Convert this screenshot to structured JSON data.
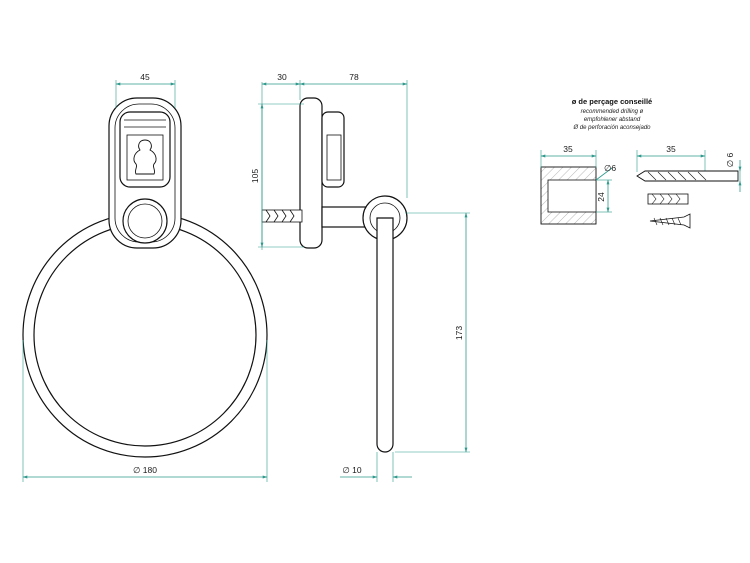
{
  "dimensions": {
    "plate_width": "45",
    "depth_plate": "30",
    "depth_total": "78",
    "height_fixing": "105",
    "ring_drop": "173",
    "ring_diameter": "∅ 180",
    "rod_diameter": "∅ 10"
  },
  "drilling_note": {
    "heading": "ø de perçage conseillé",
    "line_en": "recommended drilling ø",
    "line_de": "empfohlener abstand",
    "line_es": "Ø de perforación aconsejado"
  },
  "detail_dimensions": {
    "hole_depth": "35",
    "hole_diameter": "∅6",
    "plug_length": "24",
    "drill_depth": "35",
    "drill_diameter": "∅ 6"
  },
  "colors": {
    "dimension_lines": "#2d9a8c",
    "drawing_lines": "#111111"
  }
}
